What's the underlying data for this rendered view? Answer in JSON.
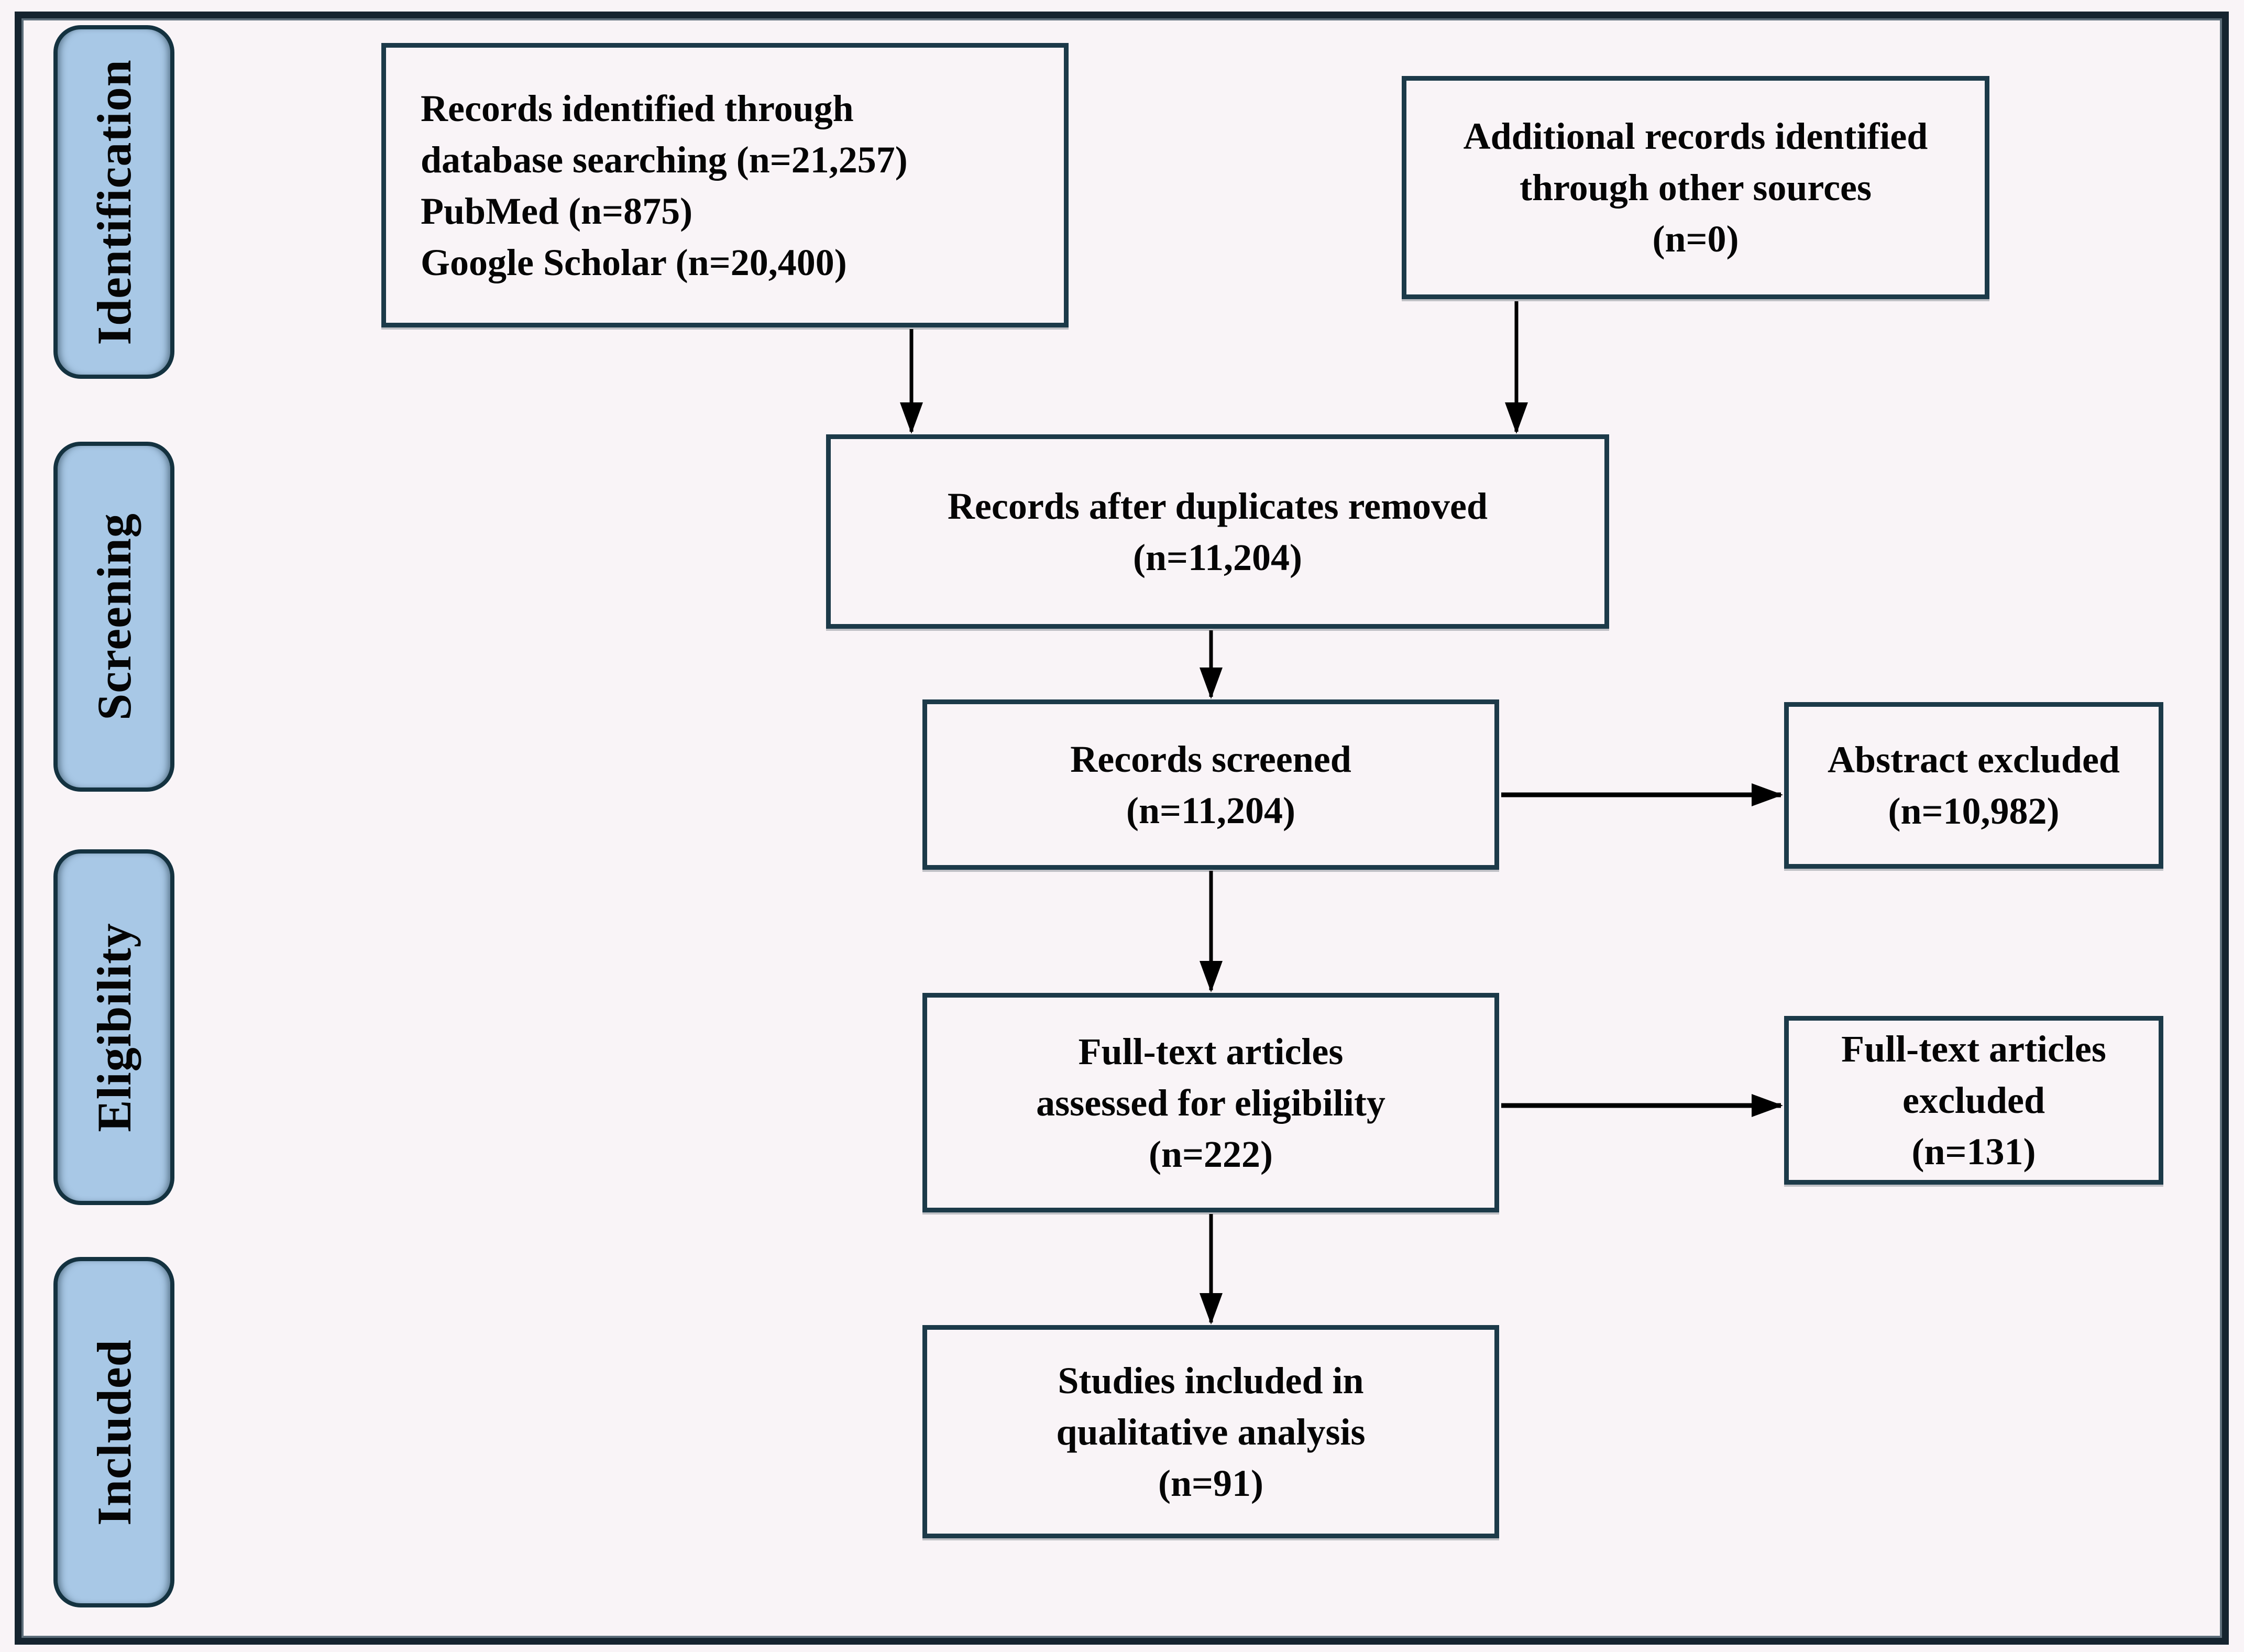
{
  "diagram": {
    "kind": "PRISMA flow diagram",
    "stages": [
      {
        "label": "Identification"
      },
      {
        "label": "Screening"
      },
      {
        "label": "Eligibility"
      },
      {
        "label": "Included"
      }
    ],
    "boxes": {
      "records_identified": {
        "lines": [
          "Records identified through",
          "database searching (n=21,257)",
          "PubMed (n=875)",
          "Google Scholar (n=20,400)"
        ]
      },
      "additional_records": {
        "lines": [
          "Additional records identified",
          "through other sources",
          "(n=0)"
        ]
      },
      "duplicates_removed": {
        "lines": [
          "Records after duplicates removed",
          "(n=11,204)"
        ]
      },
      "records_screened": {
        "lines": [
          "Records screened",
          "(n=11,204)"
        ]
      },
      "abstract_excluded": {
        "lines": [
          "Abstract excluded",
          "(n=10,982)"
        ]
      },
      "fulltext_assessed": {
        "lines": [
          "Full-text articles",
          "assessed for eligibility",
          "(n=222)"
        ]
      },
      "fulltext_excluded": {
        "lines": [
          "Full-text articles",
          "excluded",
          "(n=131)"
        ]
      },
      "studies_included": {
        "lines": [
          "Studies included in",
          "qualitative analysis",
          "(n=91)"
        ]
      }
    },
    "colors": {
      "background": "#f9f4f7",
      "frame_border": "#15242f",
      "stage_fill": "#a8c8e6",
      "stage_border": "#143240",
      "box_border": "#1c3a49",
      "arrow": "#000000",
      "text": "#050505"
    }
  }
}
